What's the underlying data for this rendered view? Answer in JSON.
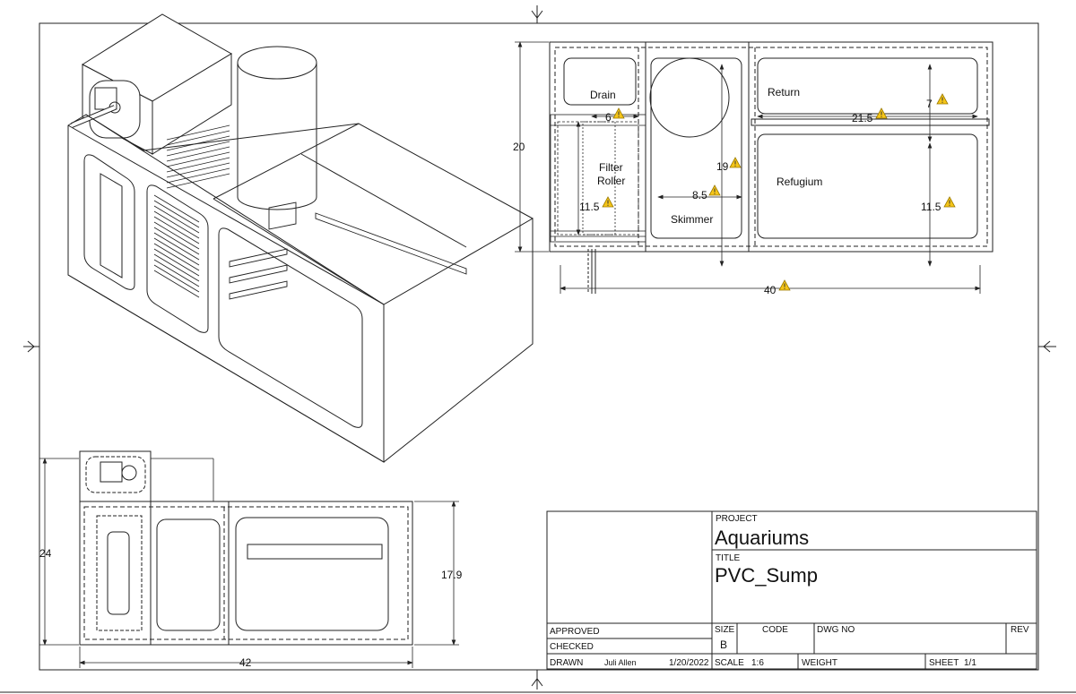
{
  "title_block": {
    "project_label": "PROJECT",
    "project": "Aquariums",
    "title_label": "TITLE",
    "title": "PVC_Sump",
    "approved_label": "APPROVED",
    "checked_label": "CHECKED",
    "drawn_label": "DRAWN",
    "drawn_by": "Juli Allen",
    "drawn_date": "1/20/2022",
    "size_label": "SIZE",
    "size": "B",
    "code_label": "CODE",
    "dwg_no_label": "DWG NO",
    "rev_label": "REV",
    "scale_label": "SCALE",
    "scale": "1:6",
    "weight_label": "WEIGHT",
    "sheet_label": "SHEET",
    "sheet": "1/1"
  },
  "top_view": {
    "labels": {
      "drain": "Drain",
      "filter_roller_1": "Filter",
      "filter_roller_2": "Roller",
      "skimmer": "Skimmer",
      "return": "Return",
      "refugium": "Refugium"
    },
    "dims": {
      "height": "20",
      "drain_width": "6",
      "filter_height": "11.5",
      "skimmer_height": "19",
      "skimmer_width": "8.5",
      "return_width": "21.5",
      "return_height": "7",
      "refugium_height": "11.5",
      "overall_length": "40"
    }
  },
  "front_view": {
    "dims": {
      "overall_height": "24",
      "body_height": "17.9",
      "overall_length": "42"
    }
  },
  "colors": {
    "line": "#222222",
    "hidden": "#444444",
    "warning_fill": "#f5c518",
    "warning_stroke": "#9a7a00"
  }
}
